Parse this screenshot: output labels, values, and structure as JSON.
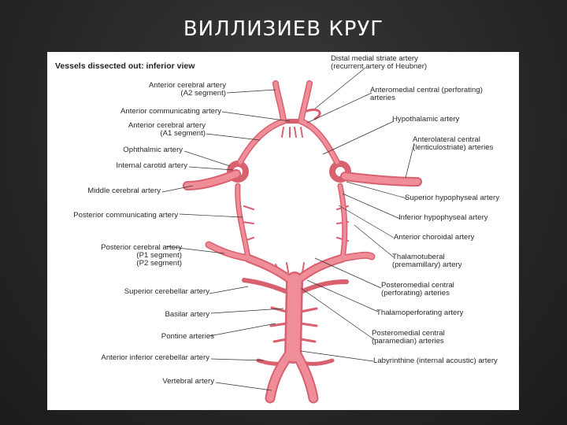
{
  "slide": {
    "title": "ВИЛЛИЗИЕВ КРУГ"
  },
  "figure": {
    "heading": "Vessels dissected out: inferior view",
    "labels_left": [
      {
        "id": "aca2",
        "line1": "Anterior cerebral artery",
        "line2": "(A2 segment)"
      },
      {
        "id": "acom",
        "line1": "Anterior communicating artery"
      },
      {
        "id": "aca1",
        "line1": "Anterior cerebral artery",
        "line2": "(A1 segment)"
      },
      {
        "id": "ophth",
        "line1": "Ophthalmic artery"
      },
      {
        "id": "ica",
        "line1": "Internal carotid artery"
      },
      {
        "id": "mca",
        "line1": "Middle cerebral artery"
      },
      {
        "id": "pcom",
        "line1": "Posterior communicating artery"
      },
      {
        "id": "pca",
        "line1": "Posterior cerebral artery",
        "line2": "(P1 segment)",
        "line3": "(P2 segment)"
      },
      {
        "id": "sca",
        "line1": "Superior cerebellar artery"
      },
      {
        "id": "basilar",
        "line1": "Basilar artery"
      },
      {
        "id": "pontine",
        "line1": "Pontine arteries"
      },
      {
        "id": "aica",
        "line1": "Anterior inferior cerebellar artery"
      },
      {
        "id": "vertebral",
        "line1": "Vertebral artery"
      }
    ],
    "labels_right": [
      {
        "id": "heubner",
        "line1": "Distal medial striate artery",
        "line2": "(recurrent artery of Heubner)"
      },
      {
        "id": "amc",
        "line1": "Anteromedial central (perforating)",
        "line2": "arteries"
      },
      {
        "id": "hypoth",
        "line1": "Hypothalamic artery"
      },
      {
        "id": "alc",
        "line1": "Anterolateral central",
        "line2": "(lenticulostriate) arteries"
      },
      {
        "id": "shyp",
        "line1": "Superior hypophyseal artery"
      },
      {
        "id": "ihyp",
        "line1": "Inferior hypophyseal artery"
      },
      {
        "id": "achor",
        "line1": "Anterior choroidal artery"
      },
      {
        "id": "thalamotub",
        "line1": "Thalamotuberal",
        "line2": "(premamillary) artery"
      },
      {
        "id": "pmc",
        "line1": "Posteromedial central",
        "line2": "(perforating) arteries"
      },
      {
        "id": "thalperf",
        "line1": "Thalamoperforating artery"
      },
      {
        "id": "pmc2",
        "line1": "Posteromedial central",
        "line2": "(paramedian) arteries"
      },
      {
        "id": "labyr",
        "line1": "Labyrinthine (internal acoustic) artery"
      }
    ],
    "vessel_color": "#ef8e98",
    "vessel_shade": "#d9606f"
  }
}
